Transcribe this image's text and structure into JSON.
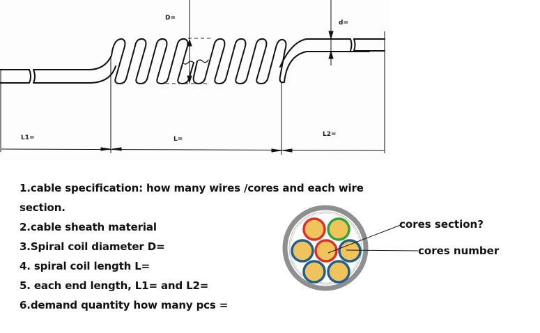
{
  "drawing": {
    "title": "Spiral coil cable dimension drawing",
    "labels": {
      "coil_diameter": "D=",
      "wire_diameter": "d=",
      "left_end_length": "L1=",
      "coil_length": "L=",
      "right_end_length": "L2="
    },
    "line_color": "#111111"
  },
  "questions": [
    {
      "id": 1,
      "text": "1.cable specification: how many wires /cores and each wire"
    },
    {
      "id": 1,
      "text": "section."
    },
    {
      "id": 2,
      "text": "2.cable sheath material"
    },
    {
      "id": 3,
      "text": "3.Spiral coil diameter D="
    },
    {
      "id": 4,
      "text": "4. spiral coil length L="
    },
    {
      "id": 5,
      "text": "5. each end length, L1= and L2="
    },
    {
      "id": 6,
      "text": "6.demand quantity how many pcs ="
    }
  ],
  "cross_section": {
    "callouts": {
      "section": "cores section?",
      "number": "cores number"
    },
    "colors": {
      "sheath": "#8f8f8f",
      "core_fill": "#f0c45a",
      "core_red": "#d9312a",
      "core_green": "#2ea43a",
      "core_blue": "#1f5f8f"
    },
    "cores": [
      {
        "position": "top-left",
        "insulation": "red"
      },
      {
        "position": "top-right",
        "insulation": "green"
      },
      {
        "position": "middle-left",
        "insulation": "blue"
      },
      {
        "position": "center",
        "insulation": "red"
      },
      {
        "position": "middle-right",
        "insulation": "blue"
      },
      {
        "position": "bottom-left",
        "insulation": "blue"
      },
      {
        "position": "bottom-right",
        "insulation": "blue"
      }
    ]
  }
}
